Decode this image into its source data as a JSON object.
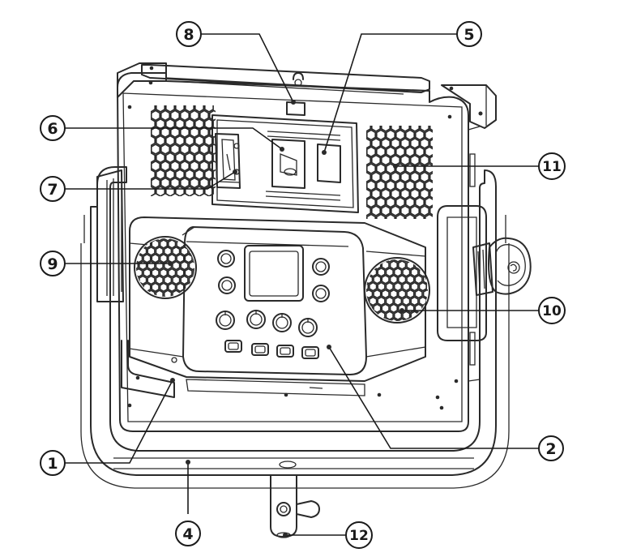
{
  "callouts": [
    {
      "id": "1",
      "label": "1"
    },
    {
      "id": "2",
      "label": "2"
    },
    {
      "id": "4",
      "label": "4"
    },
    {
      "id": "5",
      "label": "5"
    },
    {
      "id": "6",
      "label": "6"
    },
    {
      "id": "7",
      "label": "7"
    },
    {
      "id": "8",
      "label": "8"
    },
    {
      "id": "9",
      "label": "9"
    },
    {
      "id": "10",
      "label": "10"
    },
    {
      "id": "11",
      "label": "11"
    },
    {
      "id": "12",
      "label": "12"
    }
  ],
  "icons": {
    "knob": "lock-knob-icon",
    "screen": "display-screen-icon",
    "vents": "hex-vent-icon"
  }
}
